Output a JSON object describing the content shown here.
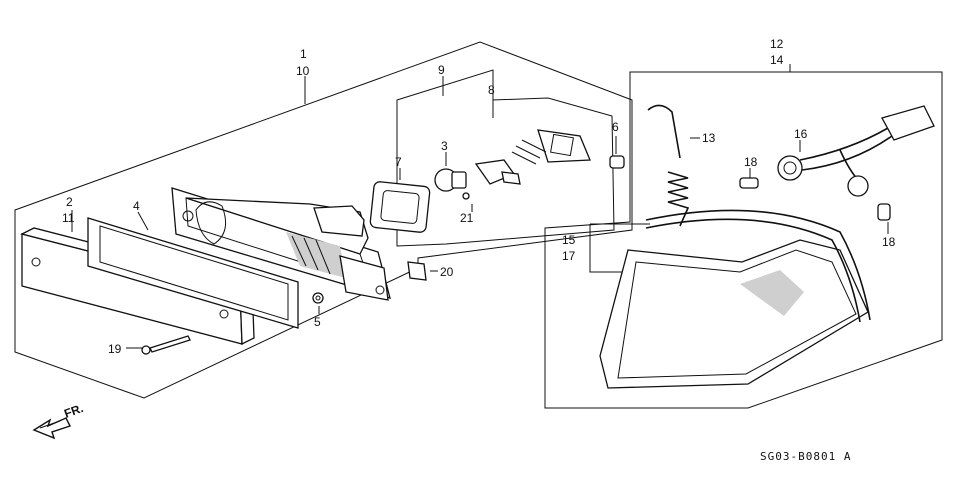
{
  "callouts": {
    "p1": "1",
    "p10": "10",
    "p2": "2",
    "p11": "11",
    "p4": "4",
    "p9": "9",
    "p8": "8",
    "p7": "7",
    "p3": "3",
    "p6": "6",
    "p21": "21",
    "p20": "20",
    "p5": "5",
    "p19": "19",
    "p12": "12",
    "p14": "14",
    "p13": "13",
    "p16": "16",
    "p18a": "18",
    "p18b": "18",
    "p15": "15",
    "p17": "17"
  },
  "front_arrow_label": "FR.",
  "diagram_code": "SG03-B0801 A"
}
